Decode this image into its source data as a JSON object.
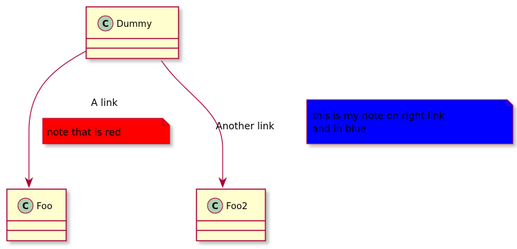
{
  "colors": {
    "class_fill": "#FEFECE",
    "class_border": "#A80036",
    "class_icon_fill": "#ADD1B2",
    "edge": "#A80036",
    "shadow": "#bdbdbd",
    "note_red_fill": "#FF0000",
    "note_blue_fill": "#0000FF"
  },
  "classes": {
    "dummy": {
      "name": "Dummy",
      "icon": "C"
    },
    "foo": {
      "name": "Foo",
      "icon": "C"
    },
    "foo2": {
      "name": "Foo2",
      "icon": "C"
    }
  },
  "edges": {
    "link1": {
      "label": "A link"
    },
    "link2": {
      "label": "Another link"
    }
  },
  "notes": {
    "red": {
      "lines": [
        "note that is red"
      ]
    },
    "blue": {
      "lines": [
        "this is my note on right link",
        "and in blue"
      ]
    }
  }
}
